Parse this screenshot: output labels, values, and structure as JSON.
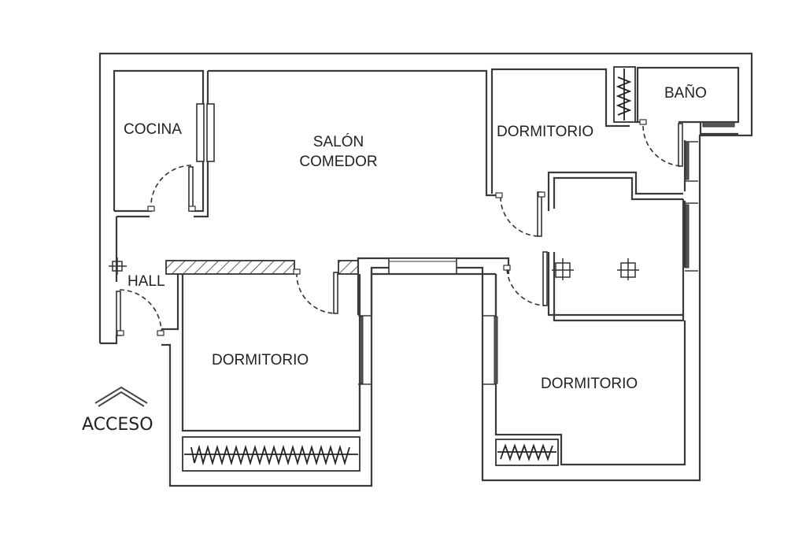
{
  "plan": {
    "rooms": {
      "cocina": "COCINA",
      "salon_line1": "SALÓN",
      "salon_line2": "COMEDOR",
      "dormitorio_top": "DORMITORIO",
      "bano": "BAÑO",
      "hall": "HALL",
      "dormitorio_left": "DORMITORIO",
      "dormitorio_right": "DORMITORIO"
    },
    "access_label": "ACCESO"
  }
}
